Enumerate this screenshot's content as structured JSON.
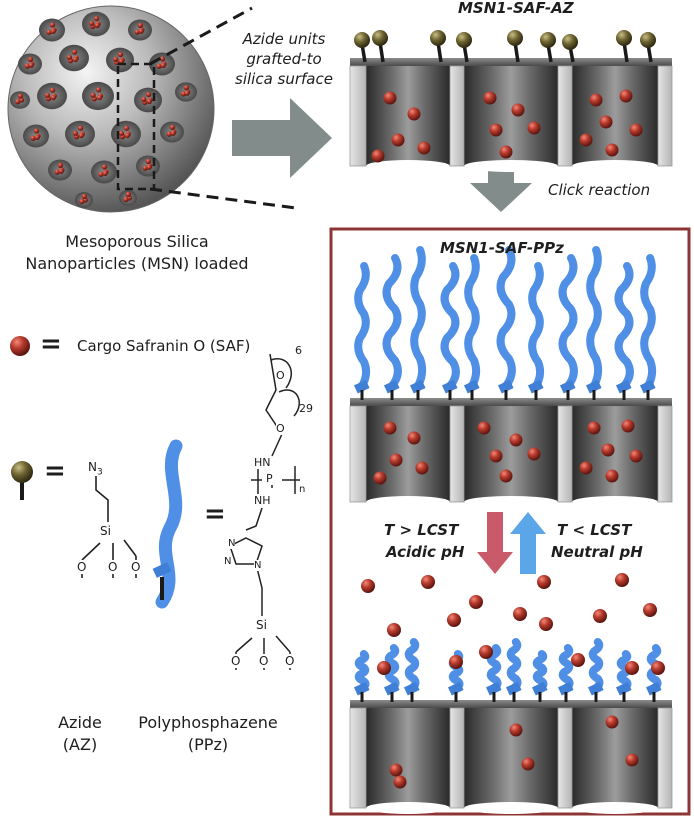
{
  "titles": {
    "az_surface": "MSN1-SAF-AZ",
    "ppz_surface": "MSN1-SAF-PPz"
  },
  "steps": {
    "grafting": [
      "Azide units",
      "grafted-to",
      "silica surface"
    ],
    "click": "Click reaction"
  },
  "msn_label": [
    "Mesoporous Silica",
    "Nanoparticles (MSN) loaded"
  ],
  "legend": {
    "equals": "=",
    "cargo": "Cargo Safranin O (SAF)"
  },
  "azide": {
    "name": [
      "Azide",
      "(AZ)"
    ],
    "n3": "N",
    "n3_sub": "3",
    "si": "Si",
    "o_labels": [
      "O",
      "O",
      "O"
    ]
  },
  "ppz": {
    "name": [
      "Polyphosphazene",
      "(PPz)"
    ],
    "repeat_6": "6",
    "repeat_29": "29",
    "o_top": "O",
    "o_mid": "O",
    "hn": "HN",
    "p": "P",
    "n_sub": "n",
    "nh": "NH",
    "triazole": [
      "N",
      "N",
      "N"
    ],
    "si": "Si",
    "o_labels": [
      "O",
      "O",
      "O"
    ]
  },
  "conditions": {
    "release": [
      "T > LCST",
      "Acidic pH"
    ],
    "closed": [
      "T < LCST",
      "Neutral pH"
    ]
  },
  "colors": {
    "cargo": "#b83a2c",
    "polymer": "#4f8fe6",
    "frame": "#8e3534",
    "arrow_gray": "#828c8a",
    "arrow_release": "#c85a6a",
    "arrow_closed": "#5aa6e8",
    "azide_head": "#6b6130"
  }
}
